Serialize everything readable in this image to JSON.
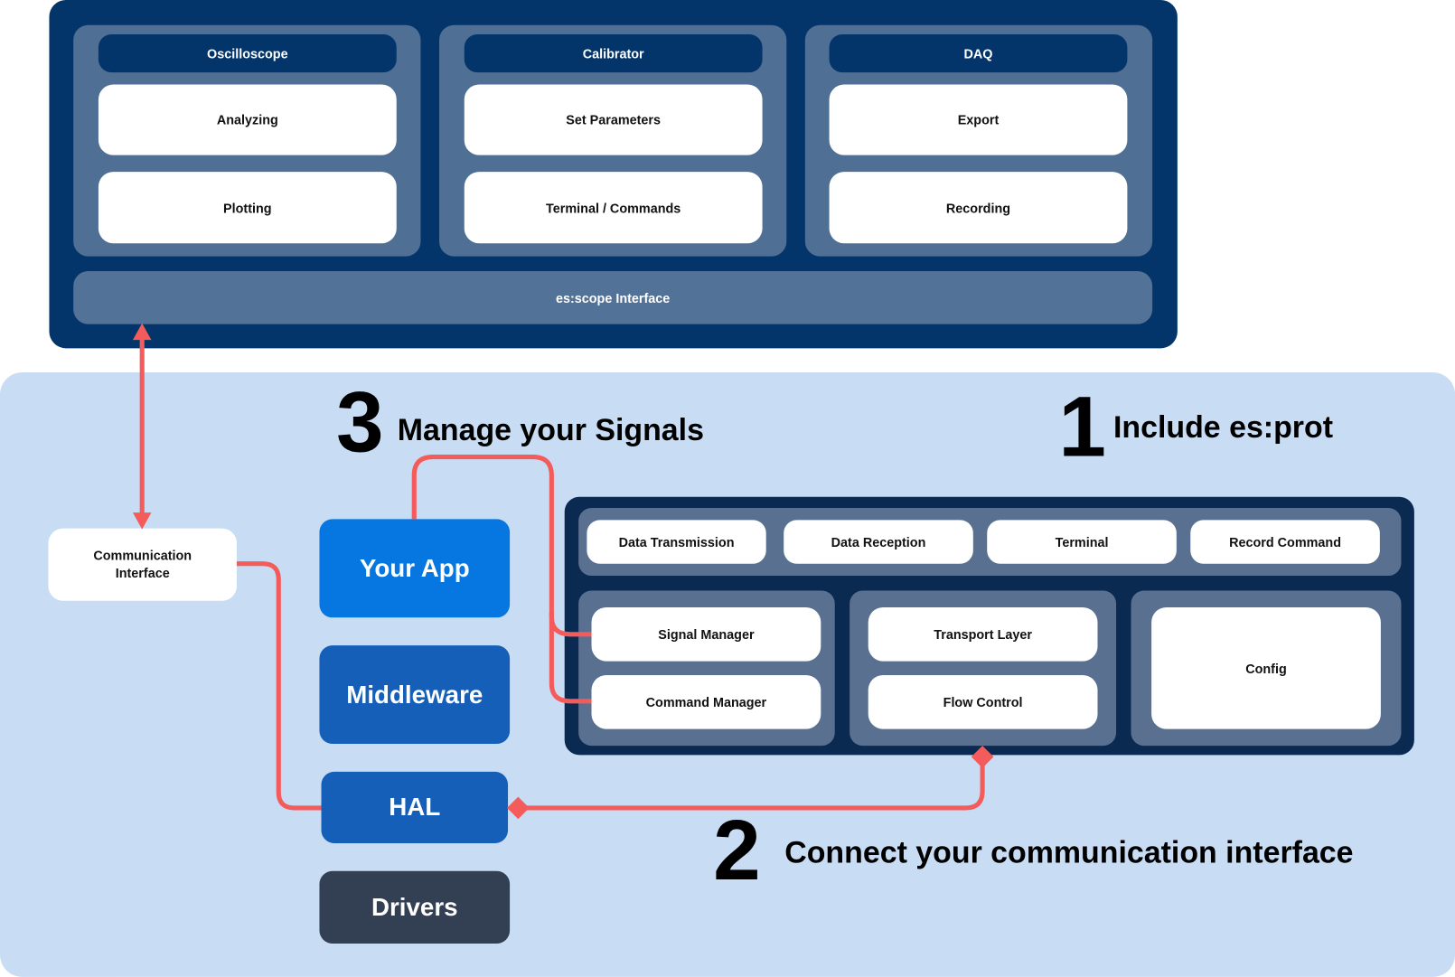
{
  "escope": {
    "columns": [
      {
        "title": "Oscilloscope",
        "items": [
          "Analyzing",
          "Plotting"
        ]
      },
      {
        "title": "Calibrator",
        "items": [
          "Set Parameters",
          "Terminal / Commands"
        ]
      },
      {
        "title": "DAQ",
        "items": [
          "Export",
          "Recording"
        ]
      }
    ],
    "interface": "es:scope Interface"
  },
  "communication_interface": "Communication Interface",
  "steps": [
    {
      "number": "1",
      "label": "Include es:prot"
    },
    {
      "number": "2",
      "label": "Connect your communication interface"
    },
    {
      "number": "3",
      "label": "Manage your Signals"
    }
  ],
  "stack": [
    "Your App",
    "Middleware",
    "HAL",
    "Drivers"
  ],
  "esprot": {
    "top_row": [
      "Data Transmission",
      "Data Reception",
      "Terminal",
      "Record Command"
    ],
    "groups": [
      [
        "Signal Manager",
        "Command Manager"
      ],
      [
        "Transport Layer",
        "Flow Control"
      ],
      [
        "Config"
      ]
    ]
  },
  "colors": {
    "navy": "#04356a",
    "light_bg": "#c8ddf3",
    "connector": "#f45b5b",
    "app": "#0677e1",
    "middleware": "#155fb8",
    "drivers": "#333f52"
  }
}
